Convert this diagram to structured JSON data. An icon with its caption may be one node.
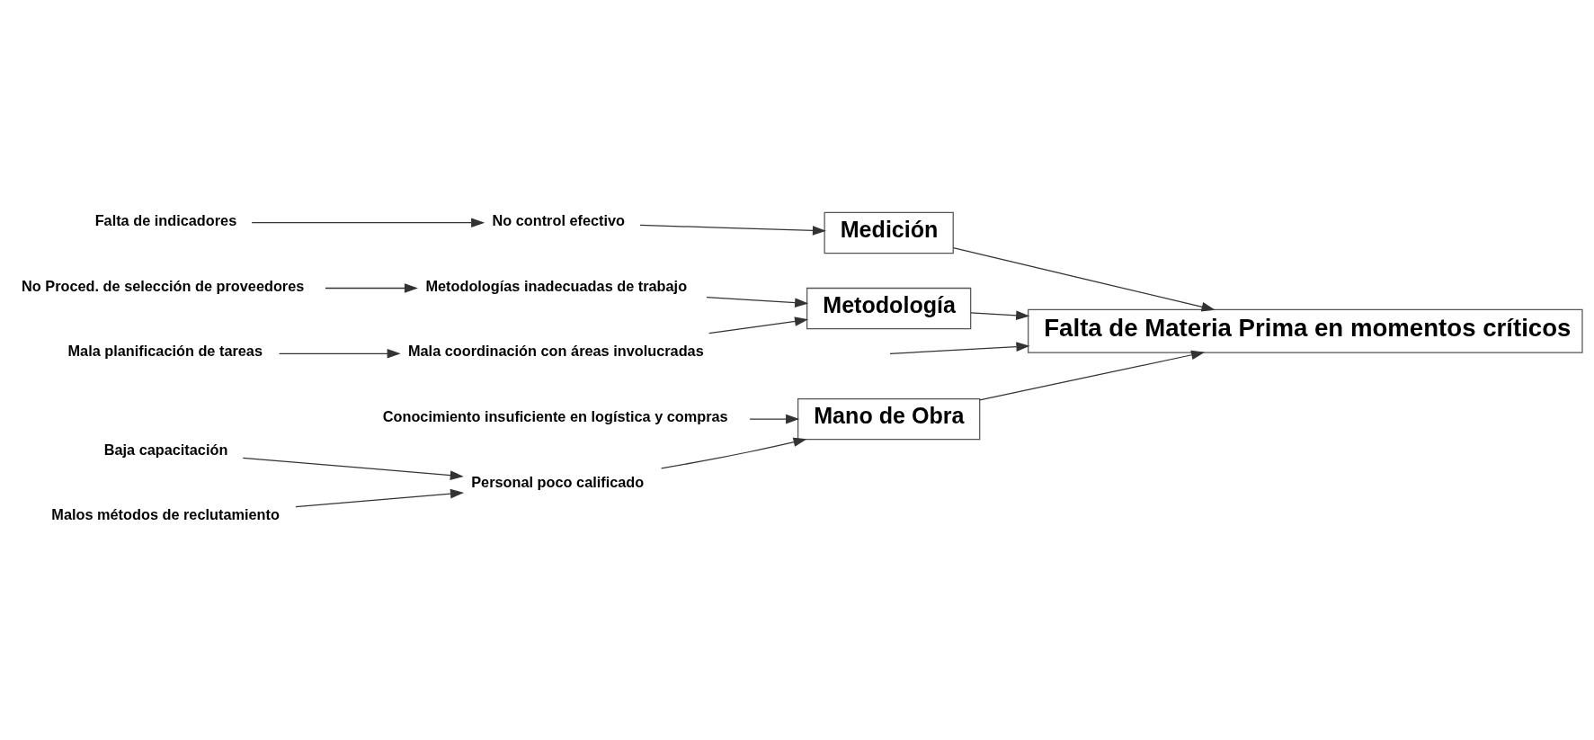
{
  "diagram": {
    "nodes": [
      {
        "text": [
          "Mano de Obra"
        ]
      },
      {
        "text": [
          "Baja capacitación"
        ]
      },
      {
        "text": [
          "Conocimiento insuficiente en logística y compras"
        ]
      },
      {
        "text": [
          "Personal poco calificado"
        ]
      },
      {
        "text": [
          "Malos métodos de reclutamiento"
        ]
      },
      {
        "text": [
          "Falta de Materia Prima en momentos críticos"
        ]
      },
      {
        "text": [
          "Metodologías inadecuadas de trabajo"
        ]
      },
      {
        "text": [
          "No control efectivo"
        ]
      },
      {
        "text": [
          "No Proced. de selección de proveedores"
        ]
      },
      {
        "text": [
          "Mala coordinación con áreas involucradas"
        ]
      },
      {
        "text": [
          "Falta de indicadores"
        ]
      },
      {
        "text": [
          "Mala planificación de tareas"
        ]
      },
      {
        "text": [
          "Medición"
        ]
      },
      {
        "text": [
          "Metodología"
        ]
      }
    ],
    "edges": [
      {
        "from": null,
        "to": 5,
        "arrow": "to"
      },
      {
        "from": 0,
        "to": 5,
        "arrow": "to"
      },
      {
        "from": 12,
        "to": 5,
        "arrow": "to"
      },
      {
        "from": 13,
        "to": 5,
        "arrow": "to"
      },
      {
        "from": 2,
        "to": 0,
        "arrow": "to"
      },
      {
        "from": 3,
        "to": 0,
        "arrow": "to"
      },
      {
        "from": 1,
        "to": 3,
        "arrow": "to"
      },
      {
        "from": 4,
        "to": 3,
        "arrow": "to"
      },
      {
        "from": 7,
        "to": 12,
        "arrow": "to"
      },
      {
        "from": 10,
        "to": 7,
        "arrow": "to"
      },
      {
        "from": 6,
        "to": 13,
        "arrow": "to"
      },
      {
        "from": 8,
        "to": 6,
        "arrow": "to"
      },
      {
        "from": 9,
        "to": 13,
        "arrow": "to"
      },
      {
        "from": 11,
        "to": 9,
        "arrow": "to"
      }
    ]
  }
}
